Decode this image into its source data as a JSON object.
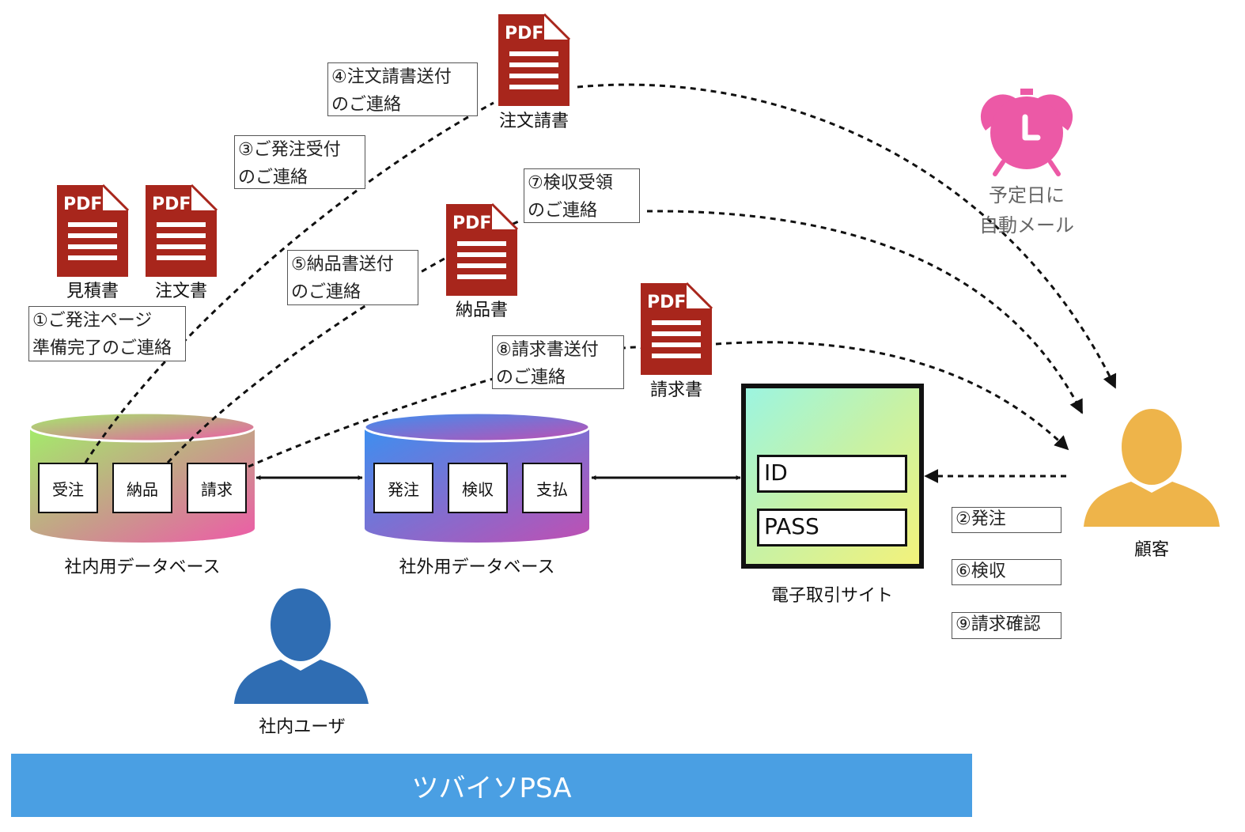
{
  "platform": {
    "name": "ツバイソPSA"
  },
  "colors": {
    "pdf_red": "#a8261c",
    "internal_user": "#2f6db3",
    "customer": "#eeb44a",
    "alarm": "#ec59a6",
    "banner": "#4a9fe3"
  },
  "documents": {
    "pdf_badge": "PDF",
    "quote": "見積書",
    "order_form": "注文書",
    "order_confirmation": "注文請書",
    "delivery_note": "納品書",
    "invoice": "請求書"
  },
  "notifications": {
    "n1": {
      "line1": "①ご発注ページ",
      "line2": "準備完了のご連絡"
    },
    "n3": {
      "line1": "③ご発注受付",
      "line2": "のご連絡"
    },
    "n4": {
      "line1": "④注文請書送付",
      "line2": "のご連絡"
    },
    "n5": {
      "line1": "⑤納品書送付",
      "line2": "のご連絡"
    },
    "n7": {
      "line1": "⑦検収受領",
      "line2": "のご連絡"
    },
    "n8": {
      "line1": "⑧請求書送付",
      "line2": "のご連絡"
    }
  },
  "internal_db": {
    "label": "社内用データベース",
    "cells": [
      "受注",
      "納品",
      "請求"
    ],
    "gradient": [
      "#a3ec6a",
      "#ee5aa8"
    ]
  },
  "external_db": {
    "label": "社外用データベース",
    "cells": [
      "発注",
      "検収",
      "支払"
    ],
    "gradient": [
      "#3d8ff0",
      "#c04fb2"
    ]
  },
  "portal": {
    "label": "電子取引サイト",
    "id_field": "ID",
    "pass_field": "PASS",
    "gradient": [
      "#9bf5e2",
      "#f4f27a"
    ]
  },
  "internal_user": {
    "label": "社内ユーザ",
    "icon": "user-silhouette-icon"
  },
  "customer": {
    "label": "顧客",
    "icon": "user-silhouette-icon",
    "actions": [
      "②発注",
      "⑥検収",
      "⑨請求確認"
    ]
  },
  "alarm": {
    "line1": "予定日に",
    "line2": "自動メール",
    "icon": "alarm-clock-icon"
  }
}
